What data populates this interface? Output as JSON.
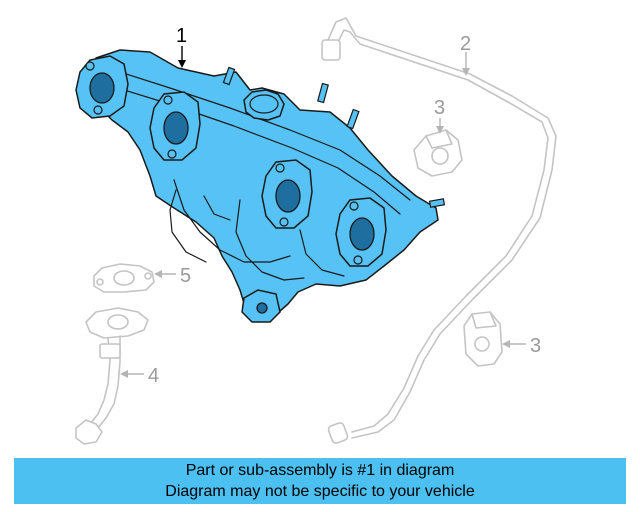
{
  "callouts": {
    "c1": "1",
    "c2": "2",
    "c3_upper": "3",
    "c3_lower": "3",
    "c4": "4",
    "c5": "5"
  },
  "footer": {
    "line1": "Part or sub-assembly is #1 in diagram",
    "line2": "Diagram may not be specific to your vehicle",
    "background": "#4cc0f1"
  },
  "colors": {
    "highlight_part": "#56c2f5",
    "faded_parts": "#c4c4c4"
  }
}
